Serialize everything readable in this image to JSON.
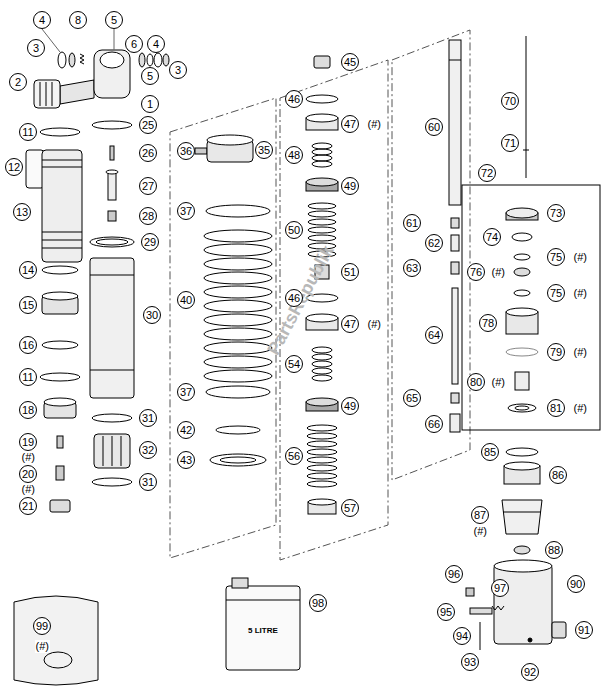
{
  "diagram": {
    "labels": [
      "4",
      "8",
      "5",
      "3",
      "6",
      "4",
      "3",
      "5",
      "2",
      "1",
      "11",
      "12",
      "13",
      "14",
      "15",
      "16",
      "11",
      "18",
      "19",
      "(#)",
      "20",
      "(#)",
      "21",
      "25",
      "26",
      "27",
      "28",
      "29",
      "30",
      "31",
      "32",
      "31",
      "36",
      "35",
      "37",
      "40",
      "37",
      "42",
      "43",
      "45",
      "46",
      "47",
      "(#)",
      "48",
      "49",
      "50",
      "51",
      "46",
      "47",
      "(#)",
      "54",
      "49",
      "56",
      "57",
      "60",
      "61",
      "62",
      "63",
      "64",
      "65",
      "66",
      "70",
      "71",
      "72",
      "73",
      "74",
      "75",
      "(#)",
      "76",
      "(#)",
      "75",
      "(#)",
      "78",
      "79",
      "(#)",
      "80",
      "(#)",
      "81",
      "(#)",
      "85",
      "86",
      "87",
      "(#)",
      "88",
      "90",
      "91",
      "92",
      "93",
      "94",
      "95",
      "96",
      "97",
      "99",
      "(#)",
      "98",
      "5 LITRE",
      "PartsRepublik"
    ]
  }
}
